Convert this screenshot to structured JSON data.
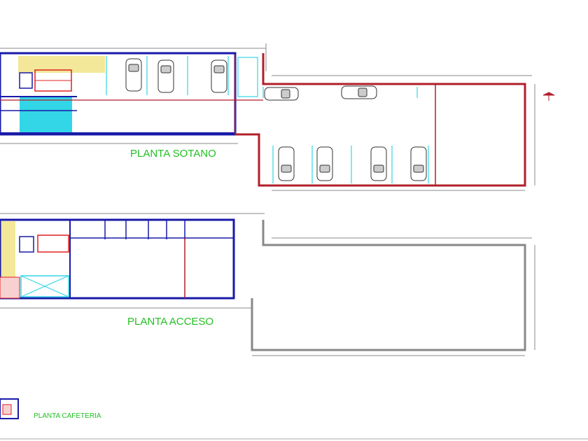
{
  "labels": {
    "basement": "PLANTA SOTANO",
    "access": "PLANTA ACCESO",
    "cafeteria": "PLANTA CAFETERIA"
  },
  "colors": {
    "wall_blue": "#1a1aa8",
    "wall_red": "#b21f2a",
    "dimension_green": "#22c022",
    "cyan": "#33d6e6",
    "yellow": "#f3e79a",
    "background": "#ffffff"
  },
  "icons": [
    "car-icon",
    "stair-icon",
    "north-arrow-icon"
  ]
}
